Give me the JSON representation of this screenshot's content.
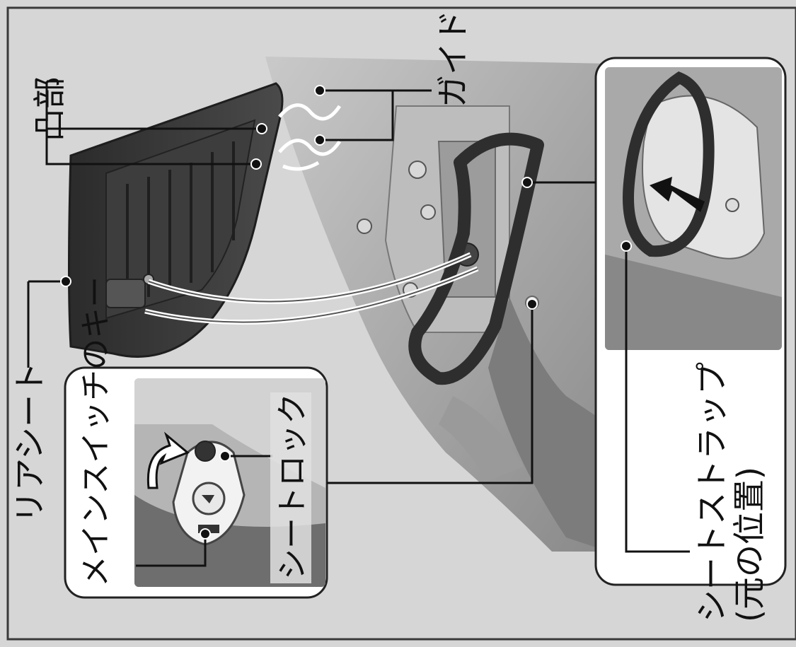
{
  "labels": {
    "protrusion": "凸部",
    "guide": "ガイド",
    "rear_seat": "リアシート",
    "main_switch_key": "メインスイッチのキー",
    "seat_lock": "シートロック",
    "seat_strap": "シートストラップ",
    "seat_strap_note": "(元の位置)"
  },
  "colors": {
    "background": "#d6d6d6",
    "frame": "#3a3a3a",
    "seat": "#333333",
    "strap": "#2e2e2e",
    "body_panel": "#b4b4b4"
  }
}
